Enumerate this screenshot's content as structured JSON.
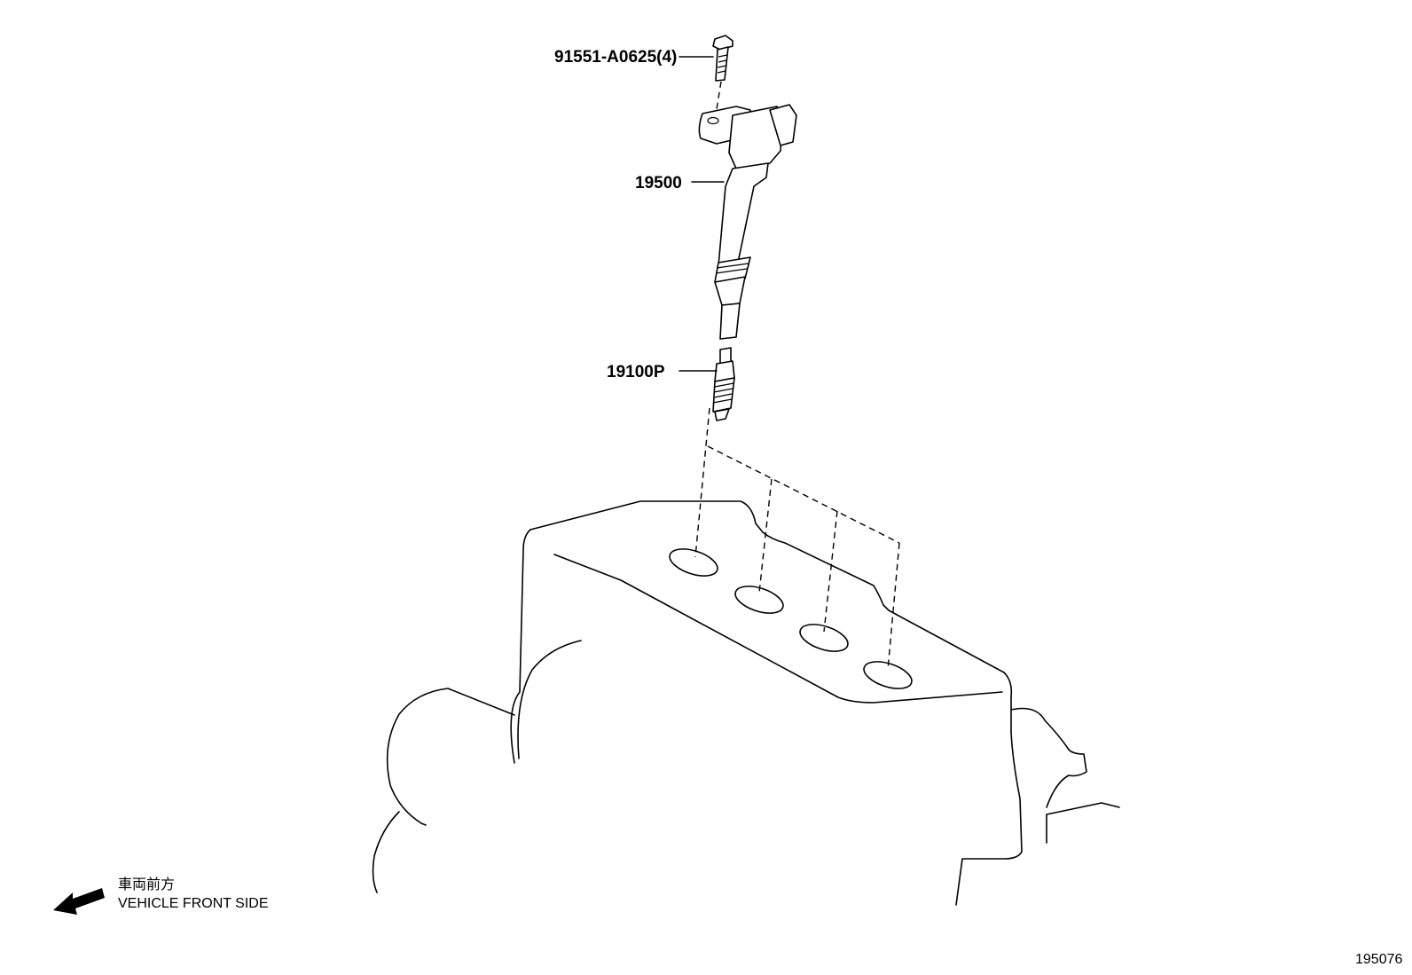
{
  "parts": {
    "bolt": "91551-A0625(4)",
    "ignition_coil": "19500",
    "spark_plug": "19100P"
  },
  "direction": {
    "japanese": "車両前方",
    "english": "VEHICLE FRONT SIDE"
  },
  "figure_id": "195076"
}
